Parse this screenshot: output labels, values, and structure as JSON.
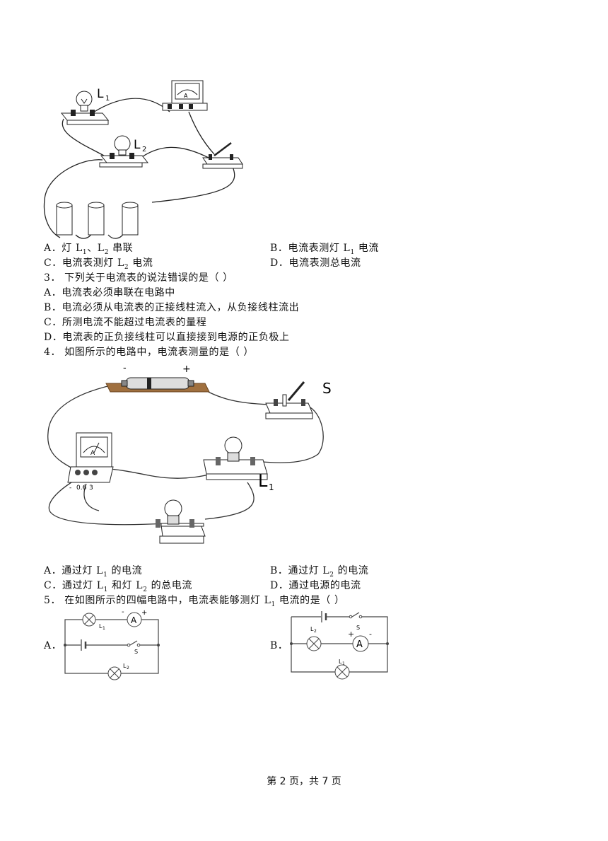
{
  "fig1": {
    "label_L1": "L",
    "sub_L1": "1",
    "label_L2": "L",
    "sub_L2": "2",
    "meter_A": "A"
  },
  "q2_options": {
    "A": {
      "pre": "A．灯 L",
      "s1": "1",
      "mid": "、L",
      "s2": "2",
      "post": " 串联"
    },
    "B": {
      "pre": "B．电流表测灯 L",
      "s1": "1",
      "post": " 电流"
    },
    "C": {
      "pre": "C．电流表测灯 L",
      "s1": "2",
      "post": " 电流"
    },
    "D": {
      "text": "D．电流表测总电流"
    }
  },
  "q3": {
    "stem": "3．  下列关于电流表的说法错误的是（        ）",
    "A": "A．电流表必须串联在电路中",
    "B": "B．电流必须从电流表的正接线柱流入，从负接线柱流出",
    "C": "C．所测电流不能超过电流表的量程",
    "D": "D．电流表的正负接线柱可以直接接到电源的正负极上"
  },
  "q4": {
    "stem": "4．  如图所示的电路中，电流表测量的是（        ）",
    "fig": {
      "minus": "-",
      "plus": "+",
      "S": "S",
      "L1": "L",
      "L1sub": "1",
      "A": "A",
      "t1": "-",
      "t2": "0.6",
      "t3": "3"
    },
    "A": {
      "pre": "A．通过灯 L",
      "s1": "1",
      "post": " 的电流"
    },
    "B": {
      "pre": "B．通过灯 L",
      "s1": "2",
      "post": " 的电流"
    },
    "C": {
      "pre": "C．通过灯 L",
      "s1": "1",
      "mid": " 和灯 L",
      "s2": "2",
      "post": " 的总电流"
    },
    "D": {
      "text": "D．通过电源的电流"
    }
  },
  "q5": {
    "stem_pre": "5．  在如图所示的四幅电路中，电流表能够测灯 L",
    "stem_sub": "1",
    "stem_post": " 电流的是（        ）",
    "optA": "A．",
    "optB": "B．",
    "figA": {
      "L1": "L",
      "L1s": "1",
      "L2": "L",
      "L2s": "2",
      "A": "A",
      "minus": "-",
      "plus": "+",
      "S": "S"
    },
    "figB": {
      "L1": "L",
      "L1s": "1",
      "L2": "L",
      "L2s": "2",
      "A": "A",
      "minus": "-",
      "plus": "+",
      "S": "S"
    }
  },
  "footer": "第 2 页，共 7 页"
}
